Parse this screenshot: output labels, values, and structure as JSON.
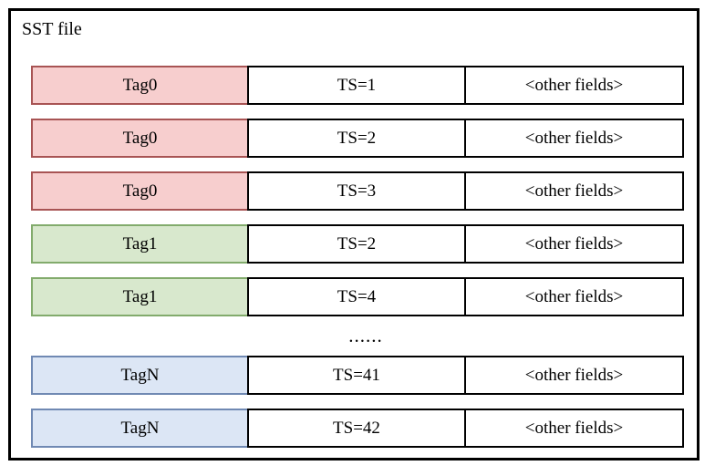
{
  "diagram": {
    "title": "SST file",
    "columns": [
      "tag",
      "timestamp",
      "other_fields"
    ],
    "colors": {
      "pink_fill": "#f7cece",
      "pink_border": "#a85454",
      "green_fill": "#d8e8cd",
      "green_border": "#82ab6c",
      "blue_fill": "#dce6f5",
      "blue_border": "#7089b3",
      "cell_border": "#000000",
      "background": "#ffffff"
    },
    "ellipsis": "......",
    "rows": [
      {
        "tag": "Tag0",
        "ts": "TS=1",
        "fields": "<other fields>",
        "color": "pink"
      },
      {
        "tag": "Tag0",
        "ts": "TS=2",
        "fields": "<other fields>",
        "color": "pink"
      },
      {
        "tag": "Tag0",
        "ts": "TS=3",
        "fields": "<other fields>",
        "color": "pink"
      },
      {
        "tag": "Tag1",
        "ts": "TS=2",
        "fields": "<other fields>",
        "color": "green"
      },
      {
        "tag": "Tag1",
        "ts": "TS=4",
        "fields": "<other fields>",
        "color": "green"
      },
      {
        "tag": "TagN",
        "ts": "TS=41",
        "fields": "<other fields>",
        "color": "blue"
      },
      {
        "tag": "TagN",
        "ts": "TS=42",
        "fields": "<other fields>",
        "color": "blue"
      }
    ]
  }
}
